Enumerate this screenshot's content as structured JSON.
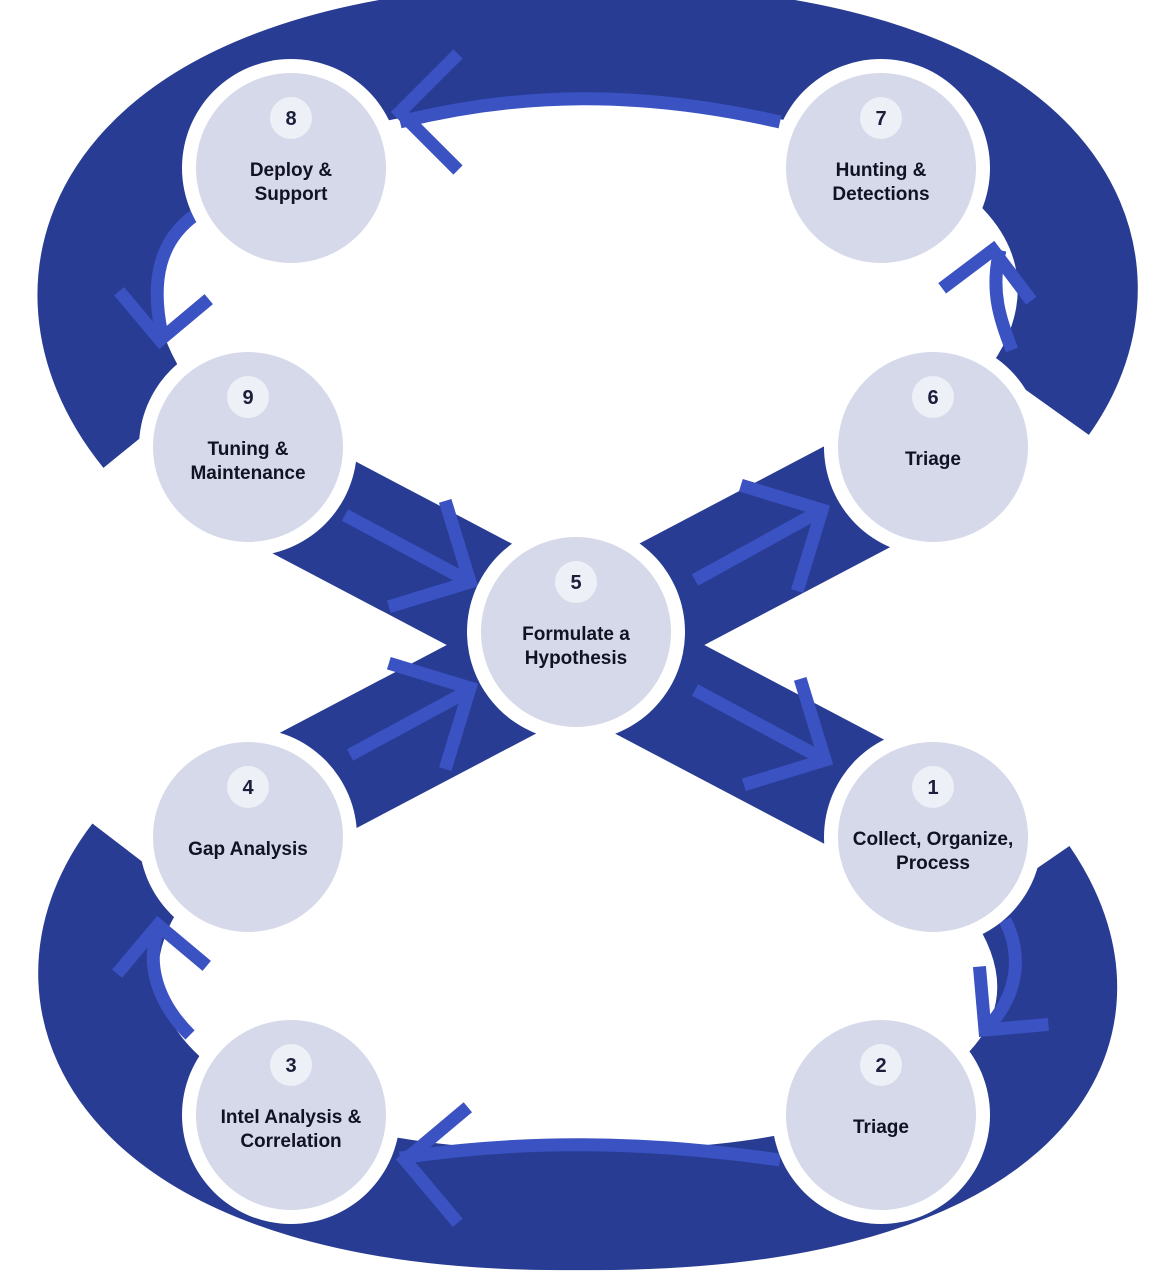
{
  "colors": {
    "band": "#283c93",
    "arrow": "#3a52c2",
    "node_fill": "#d5d9ea",
    "badge_fill": "#eef0f7",
    "background": "#ffffff"
  },
  "steps": [
    {
      "id": "1",
      "number": "1",
      "lines": [
        "Collect, Organize,",
        "Process"
      ]
    },
    {
      "id": "2",
      "number": "2",
      "lines": [
        "Triage"
      ]
    },
    {
      "id": "3",
      "number": "3",
      "lines": [
        "Intel Analysis &",
        "Correlation"
      ]
    },
    {
      "id": "4",
      "number": "4",
      "lines": [
        "Gap Analysis"
      ]
    },
    {
      "id": "5",
      "number": "5",
      "lines": [
        "Formulate a",
        "Hypothesis"
      ]
    },
    {
      "id": "6",
      "number": "6",
      "lines": [
        "Triage"
      ]
    },
    {
      "id": "7",
      "number": "7",
      "lines": [
        "Hunting &",
        "Detections"
      ]
    },
    {
      "id": "8",
      "number": "8",
      "lines": [
        "Deploy &",
        "Support"
      ]
    },
    {
      "id": "9",
      "number": "9",
      "lines": [
        "Tuning &",
        "Maintenance"
      ]
    }
  ],
  "icons": [
    "arrow-chevron-icon"
  ]
}
